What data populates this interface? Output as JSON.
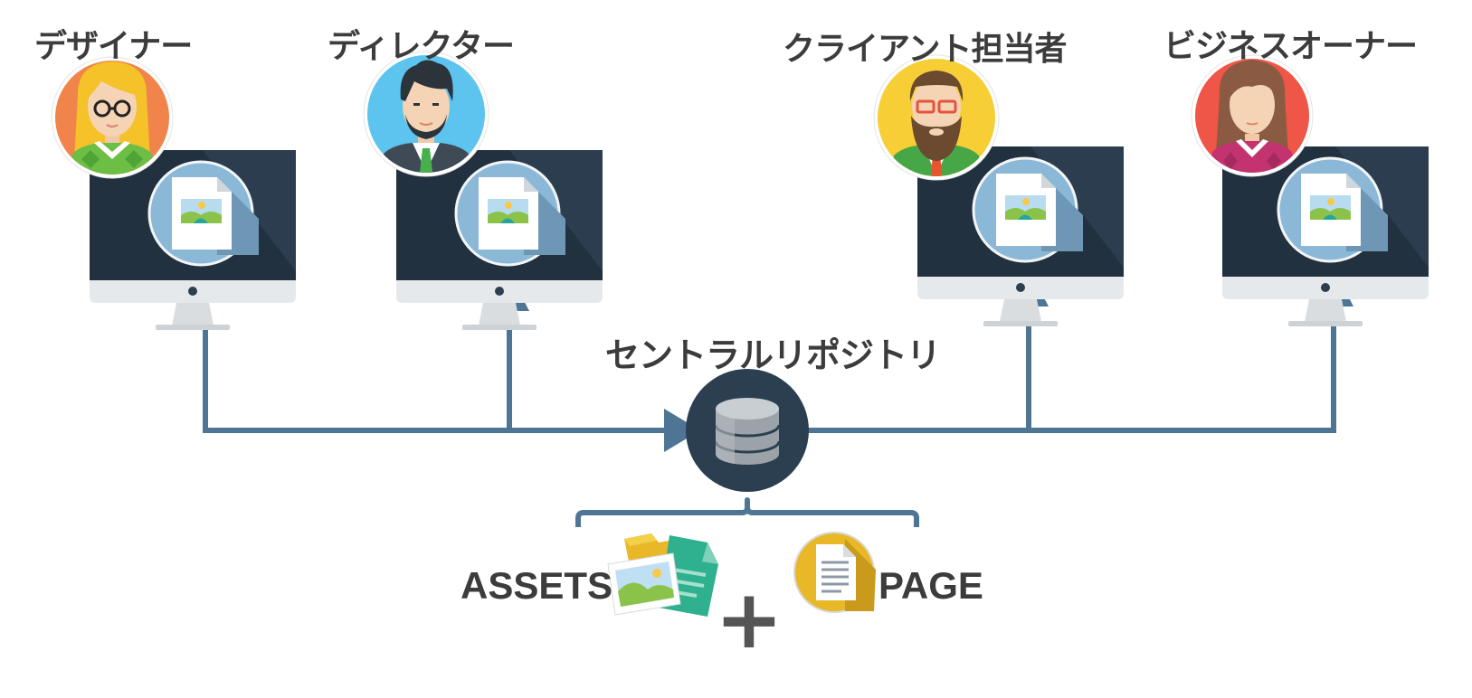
{
  "roles": [
    {
      "label": "デザイナー",
      "avatar": "designer-avatar",
      "avatar_bg": "#F0844A"
    },
    {
      "label": "ディレクター",
      "avatar": "director-avatar",
      "avatar_bg": "#5CC4EE"
    },
    {
      "label": "クライアント担当者",
      "avatar": "client-manager-avatar",
      "avatar_bg": "#F7CE35"
    },
    {
      "label": "ビジネスオーナー",
      "avatar": "business-owner-avatar",
      "avatar_bg": "#EF5648"
    }
  ],
  "repository": {
    "label": "セントラルリポジトリ",
    "icon": "database-icon",
    "color": "#2B3F51"
  },
  "contents": {
    "assets_label": "ASSETS",
    "assets_icon": "assets-files-icon",
    "plus_symbol": "+",
    "page_label": "PAGE",
    "page_icon": "page-document-icon"
  },
  "colors": {
    "connector": "#4E7594",
    "monitor_screen": "#22313F",
    "monitor_stand": "#E6E9EB",
    "file_circle": "#8CB8D8",
    "text": "#3C3C3C"
  }
}
